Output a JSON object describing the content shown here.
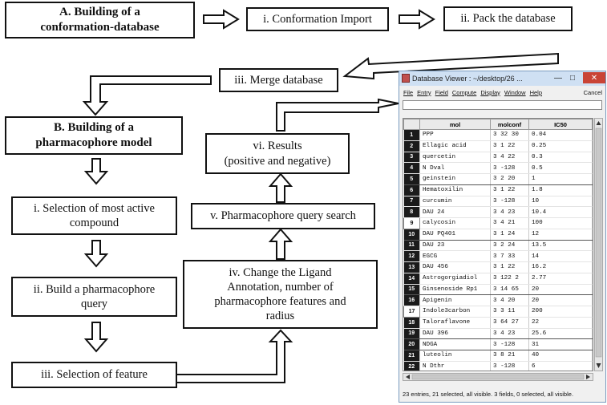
{
  "flowchart": {
    "a_title": "A. Building of a\nconformation-database",
    "a_i": "i. Conformation Import",
    "a_ii": "ii. Pack the database",
    "a_iii": "iii. Merge database",
    "b_title": "B. Building of a\npharmacophore model",
    "b_i": "i. Selection of most active\ncompound",
    "b_ii": "ii. Build a pharmacophore\nquery",
    "b_iii": "iii. Selection of feature",
    "b_iv": "iv. Change the Ligand\nAnnotation, number of\npharmacophore features and\nradius",
    "b_v": "v. Pharmacophore query search",
    "b_vi": "vi. Results\n(positive and negative)"
  },
  "viewer": {
    "title": "Database Viewer : ~/desktop/26 ...",
    "window_buttons": {
      "minimize": "—",
      "maximize": "□",
      "close": "✕"
    },
    "menu": [
      "File",
      "Entry",
      "Field",
      "Compute",
      "Display",
      "Window",
      "Help"
    ],
    "cancel": "Cancel",
    "columns": [
      "mol",
      "molconf",
      "IC50"
    ],
    "rows": [
      {
        "n": "1",
        "mol": "PPP",
        "molconf": "3 32 30",
        "ic50": "0.04"
      },
      {
        "n": "2",
        "mol": "Ellagic acid",
        "molconf": "3 1 22",
        "ic50": "0.25"
      },
      {
        "n": "3",
        "mol": "quercetin",
        "molconf": "3 4 22",
        "ic50": "0.3"
      },
      {
        "n": "4",
        "mol": "N Dval",
        "molconf": "3 -128",
        "ic50": "0.5"
      },
      {
        "n": "5",
        "mol": "geinstein",
        "molconf": "3 2 20",
        "ic50": "1"
      },
      {
        "n": "6",
        "mol": "Hematoxilin",
        "molconf": "3 1 22",
        "ic50": "1.8"
      },
      {
        "n": "7",
        "mol": "curcumin",
        "molconf": "3 -128",
        "ic50": "10"
      },
      {
        "n": "8",
        "mol": "DAU 24",
        "molconf": "3 4 23",
        "ic50": "10.4"
      },
      {
        "n": "9",
        "mol": "calycosin",
        "molconf": "3 4 21",
        "ic50": "100"
      },
      {
        "n": "10",
        "mol": "DAU PQ401",
        "molconf": "3 1 24",
        "ic50": "12"
      },
      {
        "n": "11",
        "mol": "DAU 23",
        "molconf": "3 2 24",
        "ic50": "13.5"
      },
      {
        "n": "12",
        "mol": "EGCG",
        "molconf": "3 7 33",
        "ic50": "14"
      },
      {
        "n": "13",
        "mol": "DAU 456",
        "molconf": "3 1 22",
        "ic50": "16.2"
      },
      {
        "n": "14",
        "mol": "Astrogorgiadiol",
        "molconf": "3 122 2",
        "ic50": "2.77"
      },
      {
        "n": "15",
        "mol": "Ginsenoside Rp1",
        "molconf": "3 14 65",
        "ic50": "20"
      },
      {
        "n": "16",
        "mol": "Apigenin",
        "molconf": "3 4 20",
        "ic50": "20"
      },
      {
        "n": "17",
        "mol": "Indole3carbon",
        "molconf": "3 3 11",
        "ic50": "200"
      },
      {
        "n": "18",
        "mol": "Taloraflavone",
        "molconf": "3 64 27",
        "ic50": "22"
      },
      {
        "n": "19",
        "mol": "DAU 396",
        "molconf": "3 4 23",
        "ic50": "25.6"
      },
      {
        "n": "20",
        "mol": "NDGA",
        "molconf": "3 -128",
        "ic50": "31"
      },
      {
        "n": "21",
        "mol": "luteolin",
        "molconf": "3 8 21",
        "ic50": "40"
      },
      {
        "n": "22",
        "mol": "N Dthr",
        "molconf": "3 -128",
        "ic50": "6"
      }
    ],
    "status": "23 entries, 21 selected, all visible. 3 fields, 0 selected, all visible."
  }
}
